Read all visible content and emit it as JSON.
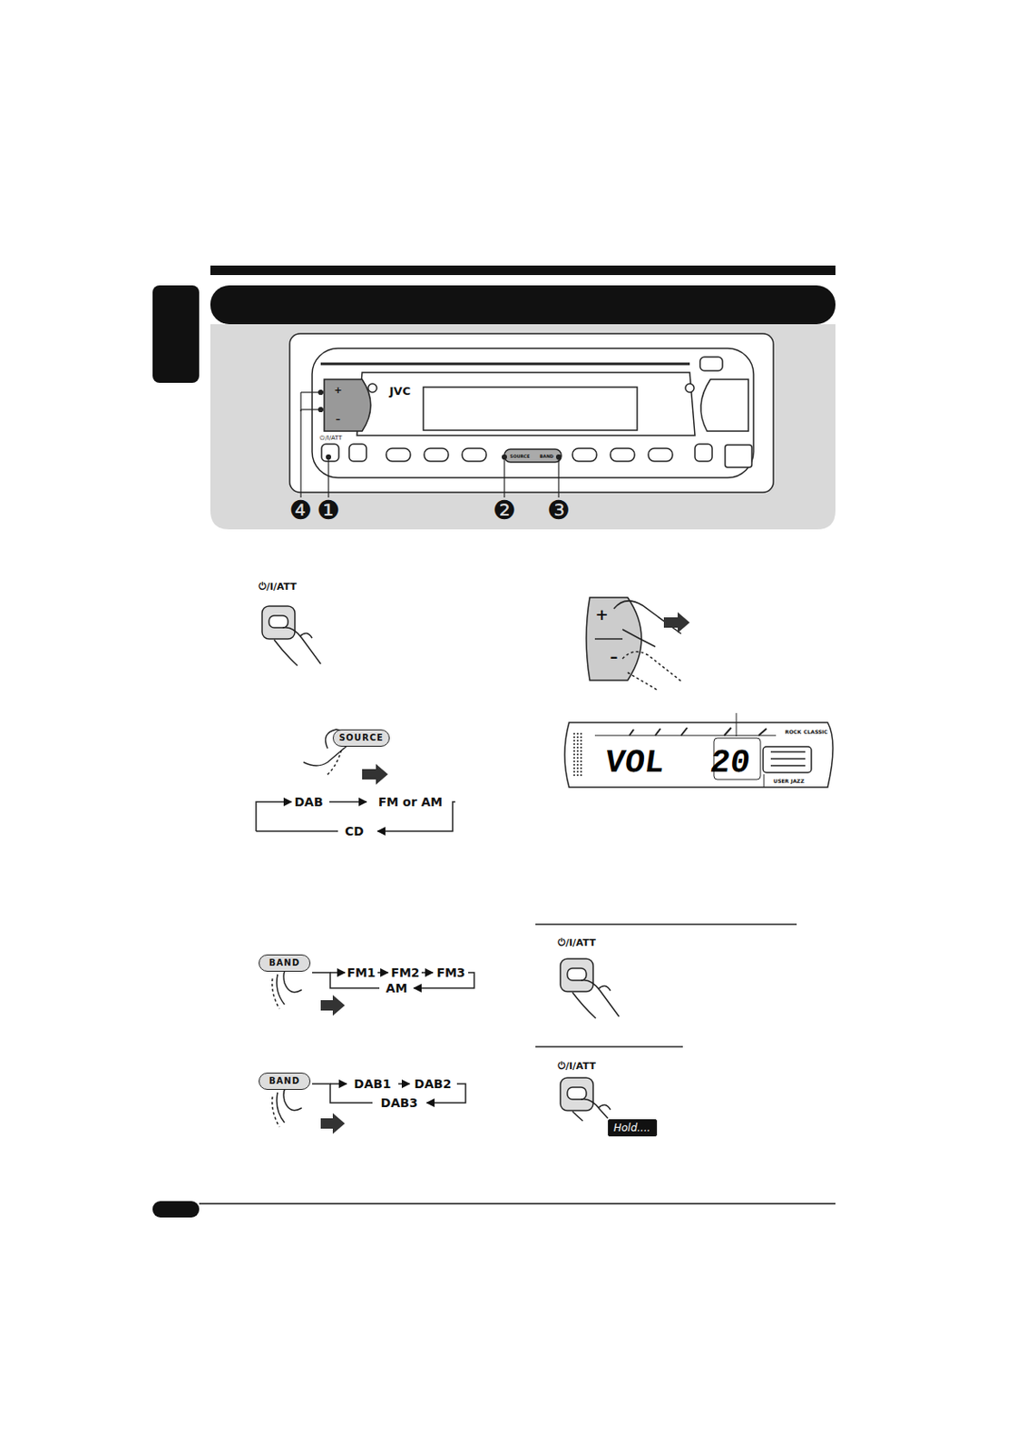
{
  "diagram": {
    "nodes": [
      {
        "text": [
          "SOURCE"
        ]
      },
      {
        "text": [
          "BAND"
        ]
      },
      {
        "text": [
          "BAND"
        ]
      },
      {
        "text": [
          "VOL",
          "20"
        ]
      },
      {
        "text": [
          "Hold...."
        ]
      }
    ],
    "labels": [
      "⏻/I/ATT",
      "+",
      "–",
      "JVC",
      "SOURCE",
      "BAND",
      "❹",
      "❶",
      "❷",
      "❸",
      "⏻/I/ATT",
      "DAB",
      "FM or AM",
      "CD",
      "FM1",
      "FM2",
      "FM3",
      "AM",
      "DAB1",
      "DAB2",
      "DAB3",
      "+",
      "–",
      "ROCK",
      "CLASSIC",
      "USER",
      "JAZZ",
      "⏻/I/ATT",
      "⏻/I/ATT"
    ]
  }
}
